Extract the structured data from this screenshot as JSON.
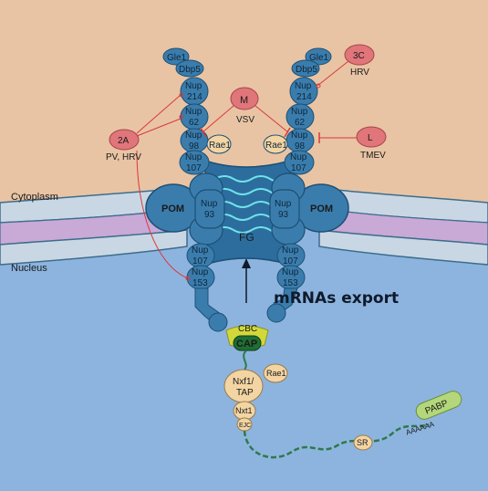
{
  "compartments": {
    "cytoplasm": "Cytoplasm",
    "nucleus": "Nucleus"
  },
  "pore": {
    "pom": "POM",
    "fg": "FG",
    "nup93_a": "Nup",
    "nup93_b": "93",
    "nup214_a": "Nup",
    "nup214_b": "214",
    "nup62_a": "Nup",
    "nup62_b": "62",
    "nup98_a": "Nup",
    "nup98_b": "98",
    "nup107_a": "Nup",
    "nup107_b": "107",
    "nup153_a": "Nup",
    "nup153_b": "153",
    "gle1": "Gle1",
    "dbp5": "Dbp5",
    "rae1": "Rae1"
  },
  "viral": {
    "m": "M",
    "m_virus": "VSV",
    "twoa": "2A",
    "twoa_virus": "PV, HRV",
    "threec": "3C",
    "threec_virus": "HRV",
    "l": "L",
    "l_virus": "TMEV"
  },
  "export": {
    "title": "mRNAs export",
    "cbc": "CBC",
    "cap": "CAP",
    "nxf1_a": "Nxf1/",
    "nxf1_b": "TAP",
    "rae1": "Rae1",
    "nxt1": "Nxt1",
    "ejc": "EJC",
    "sr": "SR",
    "pabp": "PABP",
    "polya": "AAAAAA"
  },
  "colors": {
    "cytoplasm": "#e8c4a4",
    "nucleus": "#8db4df",
    "membrane": "#c9a9d6",
    "nup": "#3a7dad",
    "viral": "#e0757a",
    "factor": "#f3d5a3",
    "cbc": "#d2d83a",
    "cap": "#1f6e33",
    "pabp": "#b3d77a",
    "inhibit": "#d83a3a"
  }
}
